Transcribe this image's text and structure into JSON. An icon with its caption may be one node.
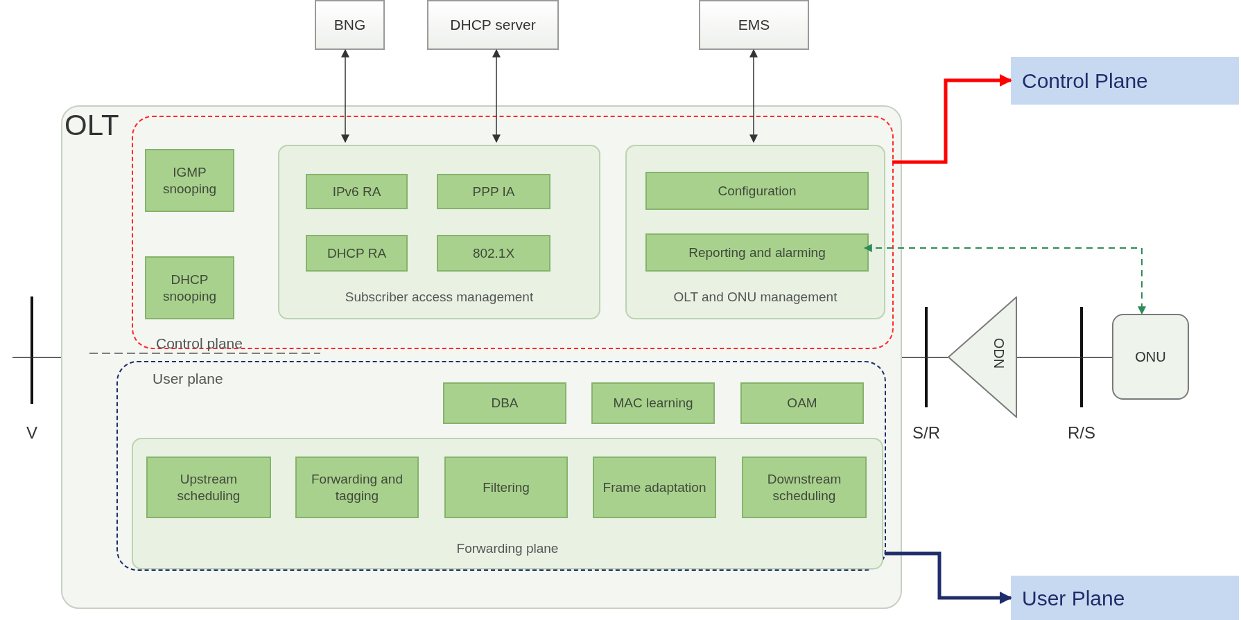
{
  "diagram": {
    "nodes": [
      {
        "text": [
          "BNG"
        ]
      },
      {
        "text": [
          "DHCP server"
        ]
      },
      {
        "text": [
          "EMS"
        ]
      },
      {
        "text": [
          "OLT"
        ]
      },
      {
        "text": [
          "Control plane"
        ],
        "in": 3
      },
      {
        "text": [
          "IGMP snooping"
        ],
        "in": 4
      },
      {
        "text": [
          "DHCP snooping"
        ],
        "in": 4
      },
      {
        "text": [
          "Subscriber access management"
        ],
        "in": 4
      },
      {
        "text": [
          "IPv6 RA"
        ],
        "in": 7
      },
      {
        "text": [
          "PPP IA"
        ],
        "in": 7
      },
      {
        "text": [
          "DHCP RA"
        ],
        "in": 7
      },
      {
        "text": [
          "802.1X"
        ],
        "in": 7
      },
      {
        "text": [
          "OLT and ONU management"
        ],
        "in": 4
      },
      {
        "text": [
          "Configuration"
        ],
        "in": 12
      },
      {
        "text": [
          "Reporting and alarming"
        ],
        "in": 12
      },
      {
        "text": [
          "User plane"
        ],
        "in": 3
      },
      {
        "text": [
          "DBA"
        ],
        "in": 15
      },
      {
        "text": [
          "MAC learning"
        ],
        "in": 15
      },
      {
        "text": [
          "OAM"
        ],
        "in": 15
      },
      {
        "text": [
          "Forwarding plane"
        ],
        "in": 15
      },
      {
        "text": [
          "Upstream scheduling"
        ],
        "in": 19
      },
      {
        "text": [
          "Forwarding and tagging"
        ],
        "in": 19
      },
      {
        "text": [
          "Filtering"
        ],
        "in": 19
      },
      {
        "text": [
          "Frame adaptation"
        ],
        "in": 19
      },
      {
        "text": [
          "Downstream scheduling"
        ],
        "in": 19
      },
      {
        "text": [
          "ODN"
        ]
      },
      {
        "text": [
          "ONU"
        ]
      },
      {
        "text": [
          "Control Plane"
        ]
      },
      {
        "text": [
          "User Plane"
        ]
      }
    ],
    "edges": [
      {
        "from": 0,
        "to": 7,
        "arrow": "both"
      },
      {
        "from": 1,
        "to": 7,
        "arrow": "both"
      },
      {
        "from": 2,
        "to": 12,
        "arrow": "both"
      },
      {
        "from": 4,
        "to": 27,
        "arrow": "to",
        "style": "thick",
        "color": "#ff0000"
      },
      {
        "from": 15,
        "to": 28,
        "arrow": "to",
        "style": "thick",
        "color": "#1f2d6b"
      },
      {
        "from": 14,
        "to": 26,
        "arrow": "both",
        "style": "dashed",
        "color": "#2e8b57"
      },
      {
        "from": null,
        "to": 3,
        "arrow": "none"
      },
      {
        "from": 3,
        "to": 25,
        "arrow": "none"
      },
      {
        "from": 25,
        "to": 26,
        "arrow": "none"
      }
    ],
    "labels": [
      "V",
      "S/R",
      "R/S"
    ]
  }
}
